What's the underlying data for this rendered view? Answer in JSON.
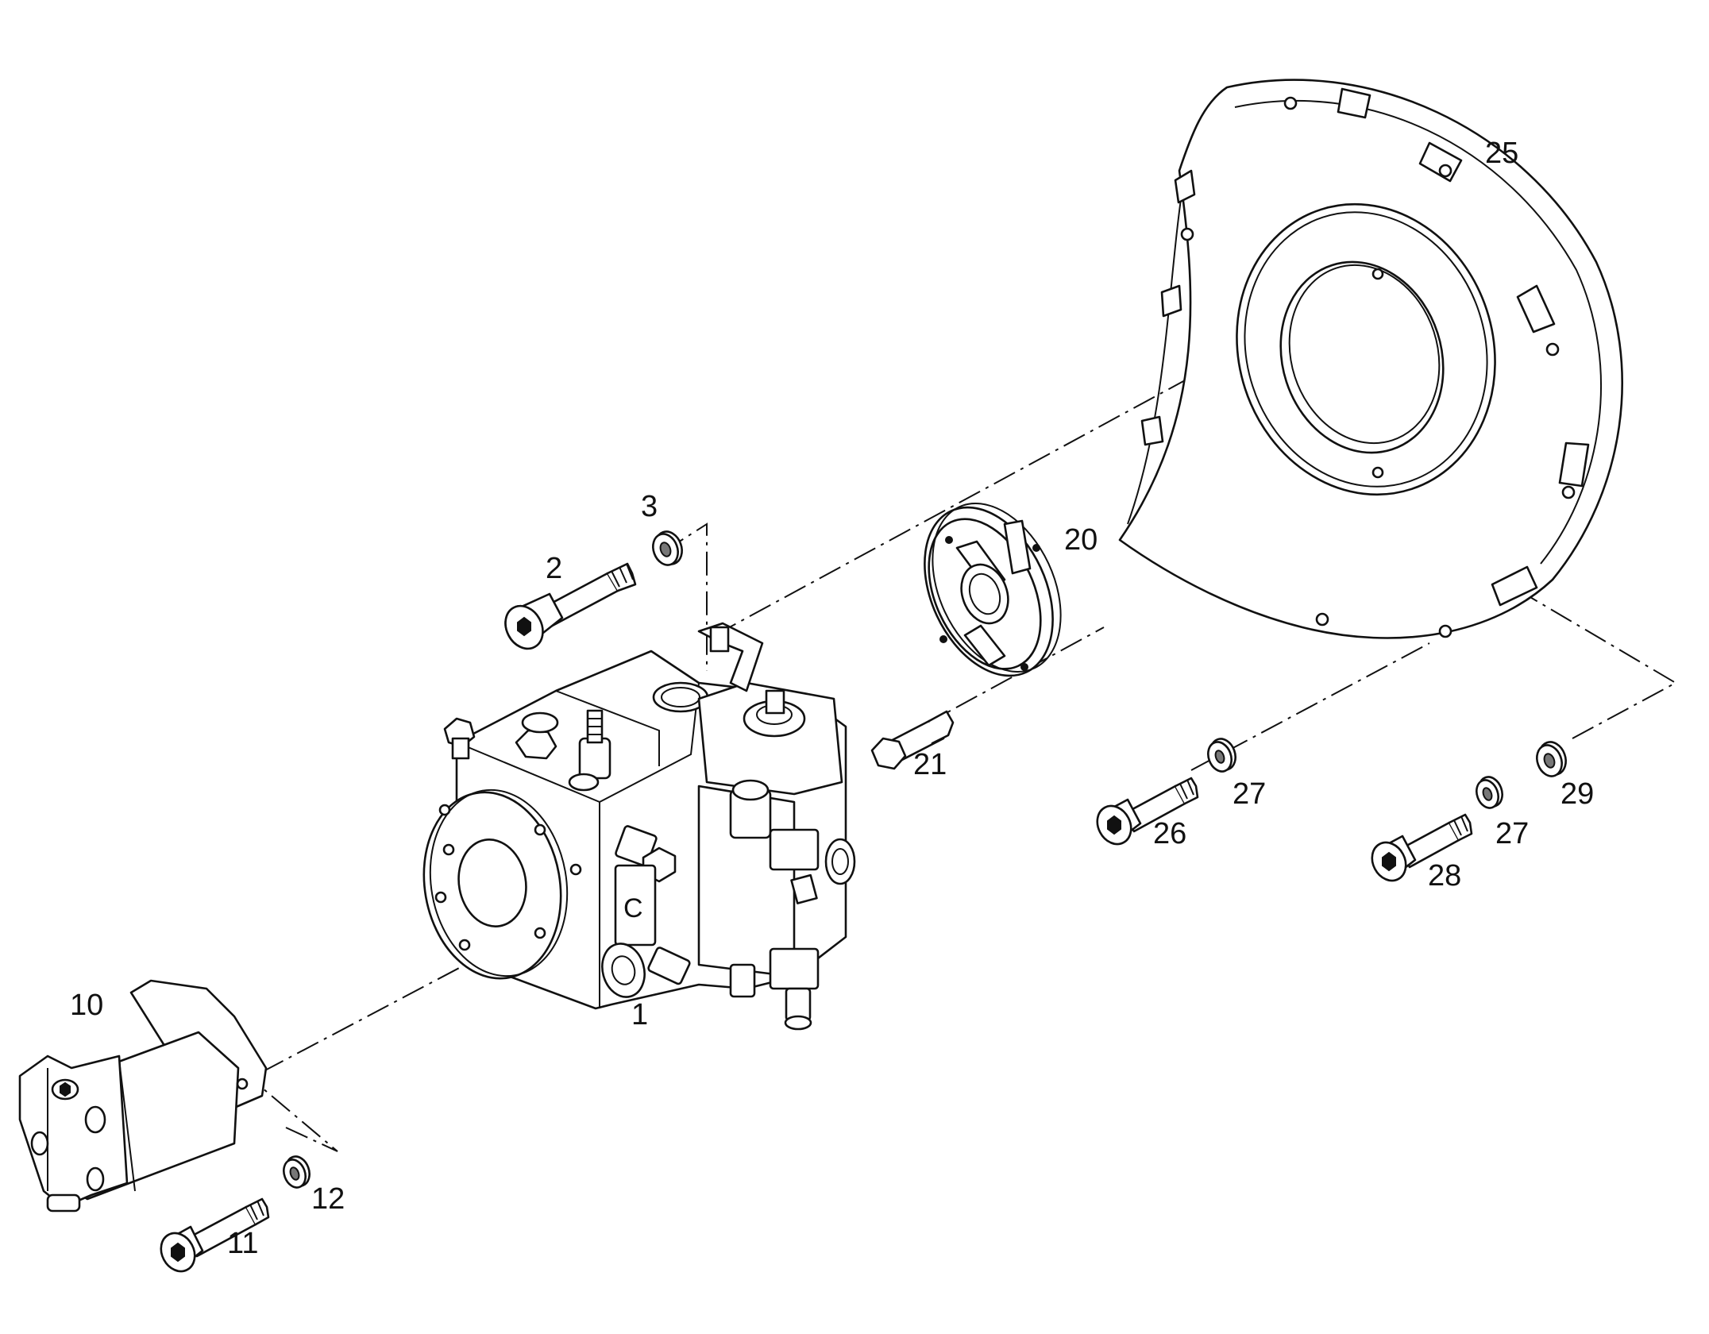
{
  "callouts": {
    "c1": "1",
    "c2": "2",
    "c3": "3",
    "c10": "10",
    "c11": "11",
    "c12": "12",
    "c20": "20",
    "c21": "21",
    "c25": "25",
    "c26": "26",
    "c27a": "27",
    "c27b": "27",
    "c28": "28",
    "c29": "29"
  }
}
